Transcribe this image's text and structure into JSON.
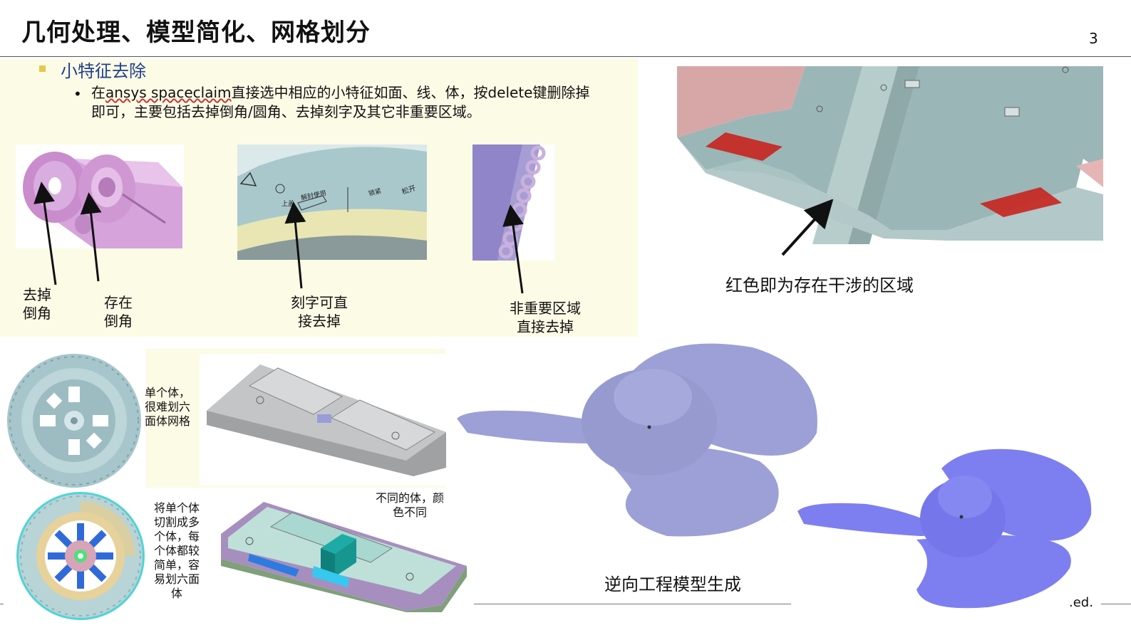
{
  "page": {
    "title": "几何处理、模型简化、网格划分",
    "page_number": "3"
  },
  "section": {
    "heading": "小特征去除",
    "para_a": "在",
    "para_u": "ansys spaceclaim",
    "para_b": "直接选中相应的小特征如面、线、体，按delete键删除掉",
    "para_c": "即可，主要包括去掉倒角/圆角、去掉刻字及其它非重要区域。"
  },
  "labels": {
    "remove_fillet_1": "去掉",
    "remove_fillet_2": "倒角",
    "has_fillet_1": "存在",
    "has_fillet_2": "倒角",
    "engrave_1": "刻字可直",
    "engrave_2": "接去掉",
    "nonkey_1": "非重要区域",
    "nonkey_2": "直接去掉",
    "interference": "红色即为存在干涉的区域",
    "single_body_1": "单个体，",
    "single_body_2": "很难划六",
    "single_body_3": "面体网格",
    "split_1": "将单个体",
    "split_2": "切割成多",
    "split_3": "个体，每",
    "split_4": "个体都较",
    "split_5": "简单，容",
    "split_6": "易划六面",
    "split_7": "体",
    "diff_body_1": "不同的体，颜",
    "diff_body_2": "色不同",
    "reverse_eng": "逆向工程模型生成",
    "footer_fragment": ".ed.",
    "engrave_tag_1": "解封使用",
    "engrave_tag_2": "上盖",
    "engrave_tag_3": "锁紧",
    "engrave_tag_4": "松开"
  },
  "colors": {
    "accent_blue": "#1f3f8f",
    "bullet": "#e6c84a",
    "panel": "#fcfbe6",
    "part_pink": "#d9a8dc",
    "interference_red": "#c8231e",
    "propeller": "#9da0d6",
    "propeller_bright": "#7d7ff0"
  }
}
